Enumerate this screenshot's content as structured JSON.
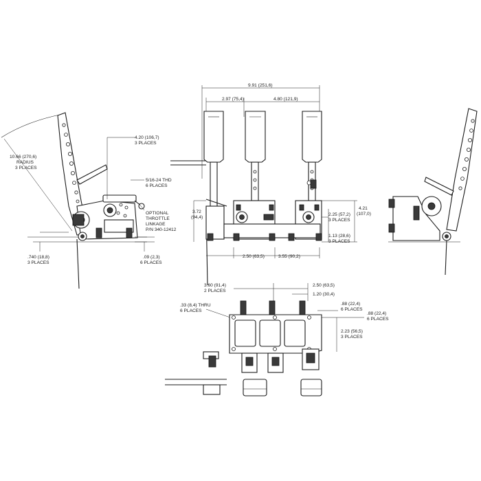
{
  "labels": {
    "overall_width": "9.91 (251,6)",
    "pedal_spacing_left": "2.97 (75,4)",
    "pedal_spacing_right": "4.80 (121,9)",
    "radius_1": "10.66 (270,6)",
    "radius_2": "RADIUS",
    "radius_3": "3 PLACES",
    "side_offset_1": "4.20 (106,7)",
    "side_offset_2": "3 PLACES",
    "thread_1": "5/16-24 THD",
    "thread_2": "6 PLACES",
    "throttle_1": "OPTIONAL",
    "throttle_2": "THROTTLE",
    "throttle_3": "LINKAGE",
    "throttle_4": "P/N 340-12412",
    "pivot_height_1": ".740 (18,8)",
    "pivot_height_2": "3 PLACES",
    "plate_thk_1": ".09 (2,3)",
    "plate_thk_2": "6 PLACES",
    "front_height_1": "3.72",
    "front_height_2": "(94,4)",
    "upper_mount_1": "2.25 (57,2)",
    "upper_mount_2": "3 PLACES",
    "overall_height_1": "4.21",
    "overall_height_2": "(107,0)",
    "lower_mount_1": "1.13 (28,6)",
    "lower_mount_2": "3 PLACES",
    "bottom_left": "2.50 (63,5)",
    "bottom_right": "3.55 (90,2)",
    "top_dim_1": "3.60 (91,4)",
    "top_dim_2": "2 PLACES",
    "top_dim_3": "2.50 (63,5)",
    "top_dim_4": "1.20 (30,4)",
    "thru_1": ".33 (8,4) THRU",
    "thru_2": "6 PLACES",
    "slot_a_1": ".88 (22,4)",
    "slot_a_2": "6 PLACES",
    "slot_b_1": ".88 (22,4)",
    "slot_b_2": "6 PLACES",
    "slot_c_1": "2.23 (56,5)",
    "slot_c_2": "3 PLACES"
  }
}
